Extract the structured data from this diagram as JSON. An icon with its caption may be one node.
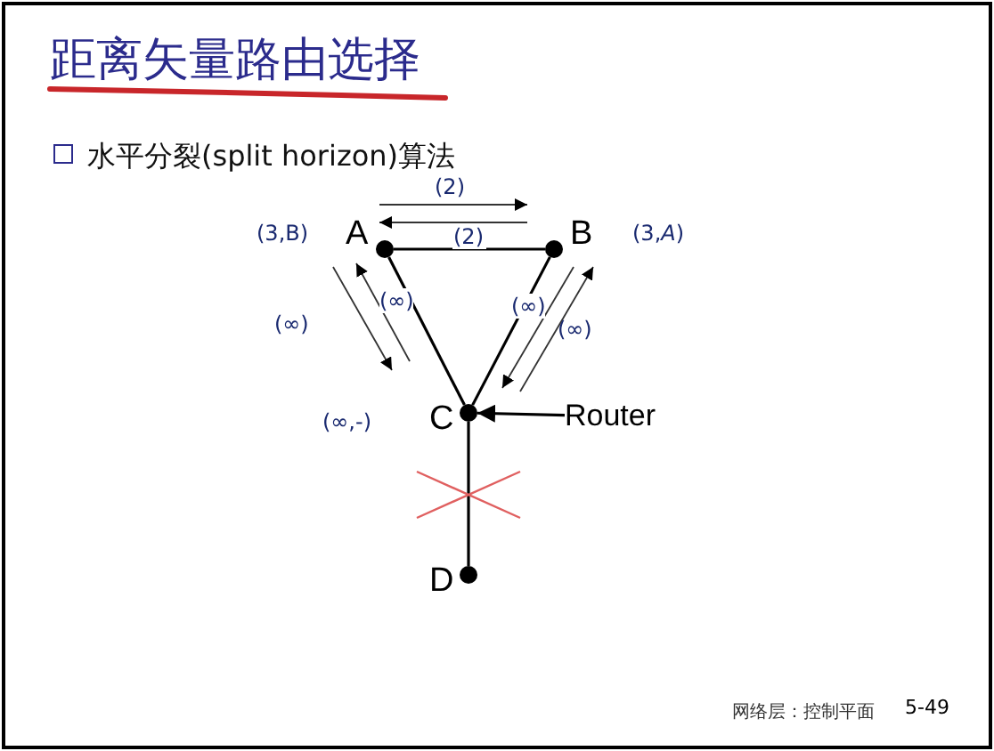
{
  "diagram": {
    "title": "距离矢量路由选择",
    "nodes": [
      {
        "text": [
          "A"
        ],
        "beside": [
          "(3,B)"
        ]
      },
      {
        "text": [
          "B"
        ],
        "beside": [
          "(3,*A*)"
        ]
      },
      {
        "text": [
          "C"
        ]
      },
      {
        "text": [
          "D"
        ]
      },
      {
        "text": [
          "Router"
        ]
      }
    ],
    "edges": [
      {
        "from": 0,
        "to": 1,
        "arrow": "none",
        "label": "(2)"
      },
      {
        "from": 0,
        "to": 2,
        "arrow": "none"
      },
      {
        "from": 1,
        "to": 2,
        "arrow": "none"
      },
      {
        "from": 2,
        "to": 3,
        "arrow": "none"
      },
      {
        "from": 4,
        "to": 2,
        "arrow": "to"
      }
    ],
    "labels": [
      "水平分裂(split horizon)算法",
      "(2)",
      "(∞)",
      "(∞)",
      "(∞)",
      "(∞)",
      "(∞,-)",
      "网络层：控制平面",
      "5-49"
    ]
  }
}
